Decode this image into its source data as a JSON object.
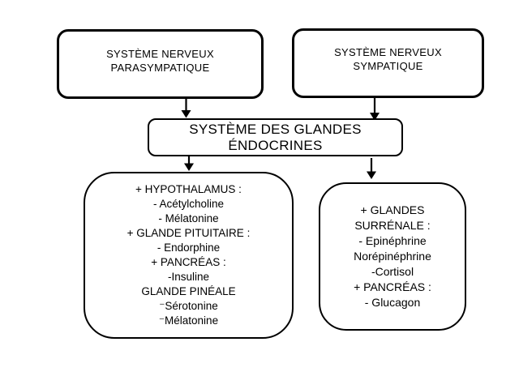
{
  "canvas": {
    "background": "#ffffff",
    "line_color": "#000000"
  },
  "nodes": {
    "parasympathique": {
      "lines": [
        "SYSTÈME NERVEUX",
        "PARASYMPATIQUE"
      ]
    },
    "sympathique": {
      "lines": [
        "SYSTÈME NERVEUX",
        "SYMPATIQUE"
      ]
    },
    "endocrines": {
      "lines": [
        "SYSTÈME DES GLANDES",
        "ÉNDOCRINES"
      ]
    },
    "glandes_parasympathiques": {
      "lines": [
        "+ HYPOTHALAMUS :",
        "- Acétylcholine",
        "- Mélatonine",
        "+ GLANDE PITUITAIRE :",
        "- Endorphine",
        "+ PANCRÉAS :",
        "-Insuline",
        "GLANDE PINÉALE",
        "⁻Sérotonine",
        "⁻Mélatonine"
      ]
    },
    "glandes_sympathiques": {
      "lines": [
        "+ GLANDES",
        "SURRÉNALE :",
        "- Epinéphrine",
        "Norépinéphrine",
        "-Cortisol",
        "+ PANCRÉAS :",
        "- Glucagon"
      ]
    }
  }
}
